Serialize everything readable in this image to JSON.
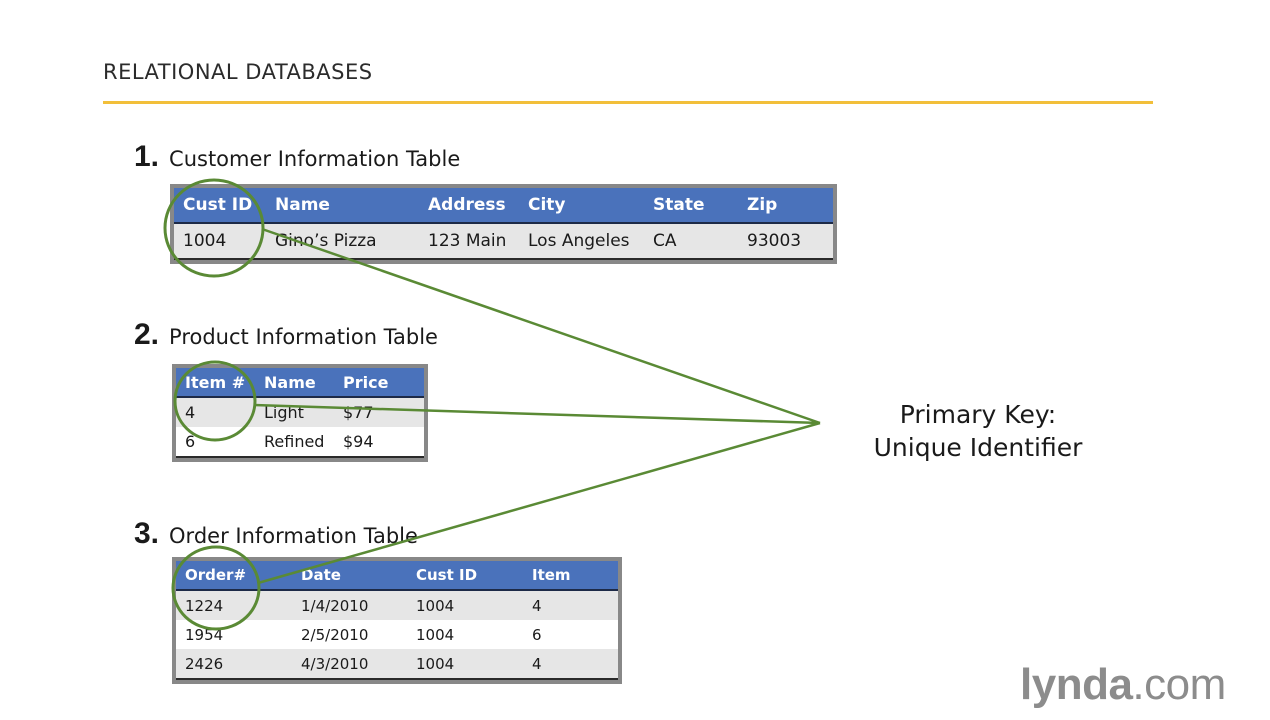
{
  "slide": {
    "title": "RELATIONAL DATABASES"
  },
  "sections": [
    {
      "number": "1.",
      "label": "Customer Information Table",
      "columns": [
        "Cust ID",
        "Name",
        "Address",
        "City",
        "State",
        "Zip"
      ],
      "rows": [
        [
          "1004",
          "Gino’s Pizza",
          "123 Main",
          "Los Angeles",
          "CA",
          "93003"
        ]
      ]
    },
    {
      "number": "2.",
      "label": "Product Information Table",
      "columns": [
        "Item #",
        "Name",
        "Price"
      ],
      "rows": [
        [
          "4",
          "Light",
          "$77"
        ],
        [
          "6",
          "Refined",
          "$94"
        ]
      ]
    },
    {
      "number": "3.",
      "label": "Order Information Table",
      "columns": [
        "Order#",
        "Date",
        "Cust ID",
        "Item"
      ],
      "rows": [
        [
          "1224",
          "1/4/2010",
          "1004",
          "4"
        ],
        [
          "1954",
          "2/5/2010",
          "1004",
          "6"
        ],
        [
          "2426",
          "4/3/2010",
          "1004",
          "4"
        ]
      ]
    }
  ],
  "callout": {
    "line1": "Primary Key:",
    "line2": "Unique Identifier"
  },
  "logo": {
    "bold": "lynda",
    "rest": ".com"
  },
  "colors": {
    "accent_rule": "#f2bf3a",
    "header_fill": "#4a72bb",
    "highlight_stroke": "#5a8a35"
  }
}
